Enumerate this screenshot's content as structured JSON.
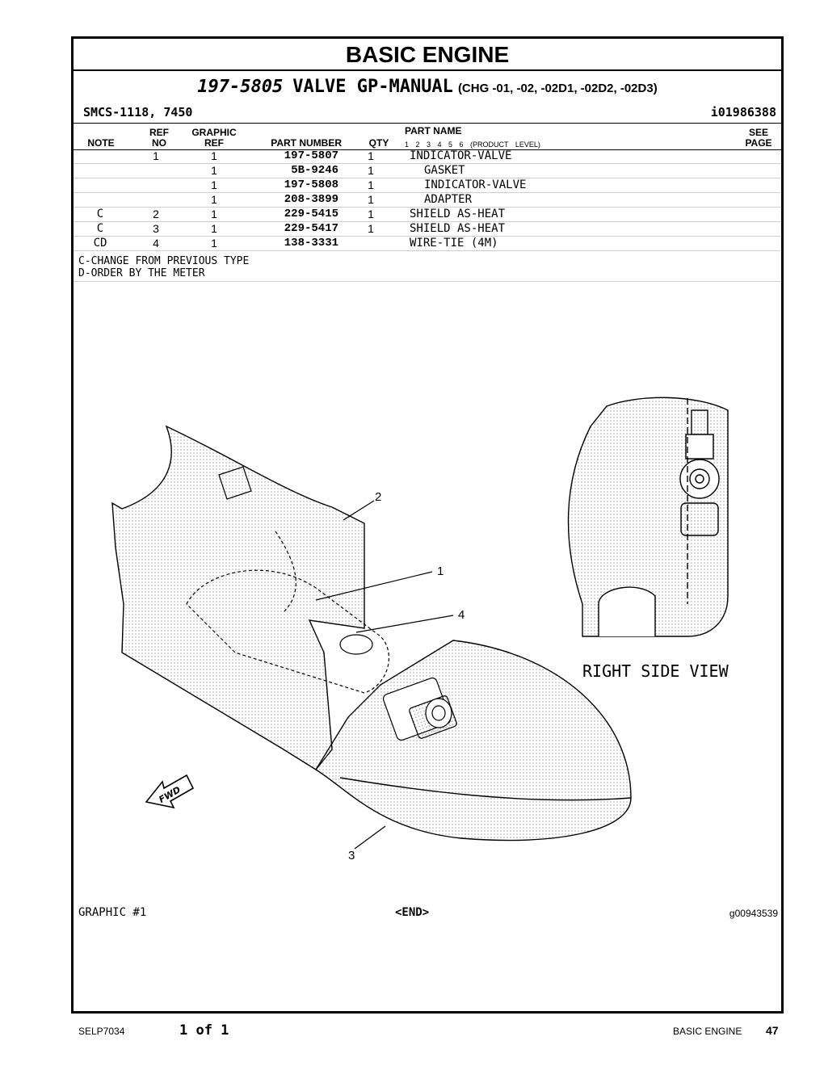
{
  "title": "BASIC  ENGINE",
  "subtitle": {
    "part_number": "197-5805",
    "name": "VALVE GP-MANUAL",
    "change": "(CHG -01, -02, -02D1, -02D2, -02D3)"
  },
  "smcs": "SMCS-1118, 7450",
  "illustration_id": "i01986388",
  "columns": {
    "note": "NOTE",
    "ref_top": "REF",
    "ref_bottom": "NO",
    "graphic_top": "GRAPHIC",
    "graphic_bottom": "REF",
    "part_number": "PART NUMBER",
    "qty": "QTY",
    "part_name": "PART NAME",
    "product_level": "1 2 3 4 5 6 (PRODUCT LEVEL)",
    "see_top": "SEE",
    "see_bottom": "PAGE"
  },
  "rows": [
    {
      "note": "",
      "ref": "1",
      "graphic": "1",
      "part": "197-5807",
      "qty": "1",
      "name": "INDICATOR-VALVE",
      "level": 0
    },
    {
      "note": "",
      "ref": "",
      "graphic": "1",
      "part": "5B-9246",
      "qty": "1",
      "name": "GASKET",
      "level": 1
    },
    {
      "note": "",
      "ref": "",
      "graphic": "1",
      "part": "197-5808",
      "qty": "1",
      "name": "INDICATOR-VALVE",
      "level": 1
    },
    {
      "note": "",
      "ref": "",
      "graphic": "1",
      "part": "208-3899",
      "qty": "1",
      "name": "ADAPTER",
      "level": 1
    },
    {
      "note": "C",
      "ref": "2",
      "graphic": "1",
      "part": "229-5415",
      "qty": "1",
      "name": "SHIELD AS-HEAT",
      "level": 0
    },
    {
      "note": "C",
      "ref": "3",
      "graphic": "1",
      "part": "229-5417",
      "qty": "1",
      "name": "SHIELD AS-HEAT",
      "level": 0
    },
    {
      "note": "CD",
      "ref": "4",
      "graphic": "1",
      "part": "138-3331",
      "qty": "",
      "name": "WIRE-TIE (4M)",
      "level": 0
    }
  ],
  "notes": [
    "C-CHANGE FROM PREVIOUS TYPE",
    "D-ORDER BY THE METER"
  ],
  "drawing": {
    "callouts": [
      "2",
      "1",
      "4",
      "3"
    ],
    "right_side_view": "RIGHT SIDE VIEW",
    "fwd": "FWD"
  },
  "graphic_label": "GRAPHIC #1",
  "end_label": "<END>",
  "graphic_id": "g00943539",
  "footer": {
    "doc": "SELP7034",
    "page_of": "1 of 1",
    "section": "BASIC ENGINE",
    "page": "47"
  }
}
